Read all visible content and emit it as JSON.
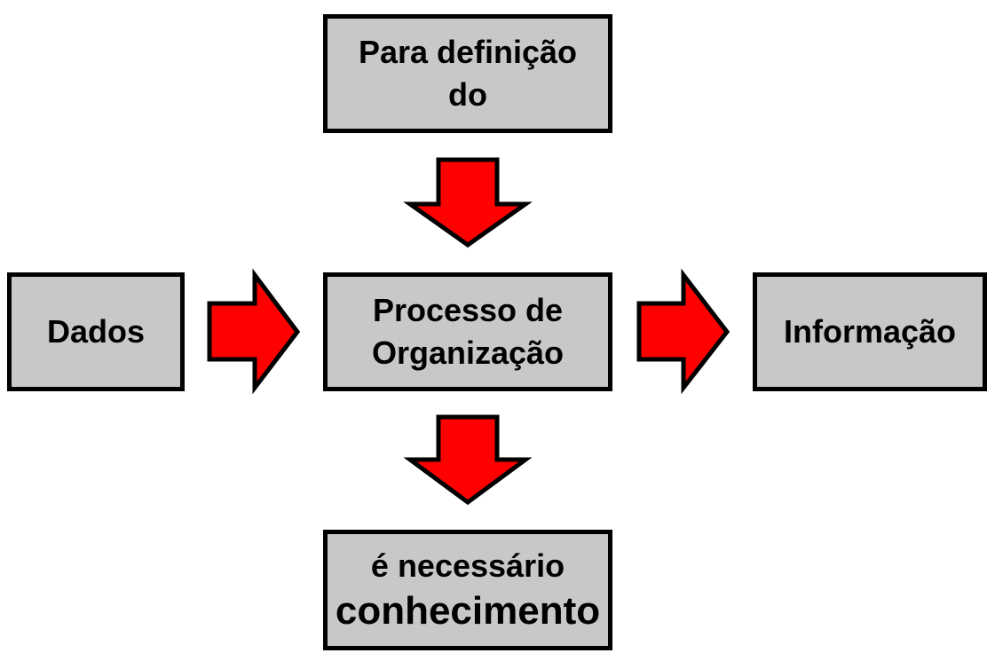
{
  "colors": {
    "box_fill": "#c8c8c8",
    "box_border": "#000000",
    "arrow_fill": "#ff0000",
    "arrow_stroke": "#000000",
    "text": "#000000"
  },
  "boxes": {
    "top": {
      "line1": "Para definição",
      "line2": "do"
    },
    "left": {
      "label": "Dados"
    },
    "center": {
      "line1": "Processo de",
      "line2": "Organização"
    },
    "right": {
      "label": "Informação"
    },
    "bottom": {
      "line1": "é necessário",
      "line2": "conhecimento"
    }
  },
  "arrows": [
    {
      "name": "arrow-top-to-center",
      "direction": "down",
      "icon": "arrow-down-icon"
    },
    {
      "name": "arrow-center-to-bottom",
      "direction": "down",
      "icon": "arrow-down-icon"
    },
    {
      "name": "arrow-left-to-center",
      "direction": "right",
      "icon": "arrow-right-icon"
    },
    {
      "name": "arrow-center-to-right",
      "direction": "right",
      "icon": "arrow-right-icon"
    }
  ]
}
